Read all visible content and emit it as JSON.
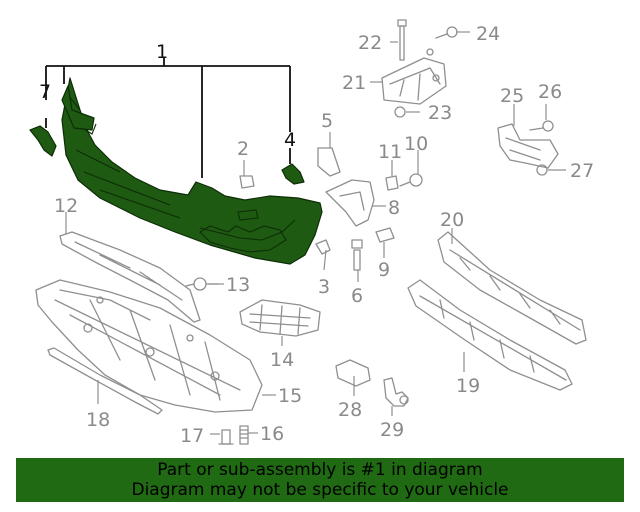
{
  "callouts": {
    "c1": "1",
    "c2": "2",
    "c3": "3",
    "c4": "4",
    "c5": "5",
    "c6": "6",
    "c7": "7",
    "c8": "8",
    "c9": "9",
    "c10": "10",
    "c11": "11",
    "c12": "12",
    "c13": "13",
    "c14": "14",
    "c15": "15",
    "c16": "16",
    "c17": "17",
    "c18": "18",
    "c19": "19",
    "c20": "20",
    "c21": "21",
    "c22": "22",
    "c23": "23",
    "c24": "24",
    "c25": "25",
    "c26": "26",
    "c27": "27",
    "c28": "28",
    "c29": "29"
  },
  "highlight": {
    "part": "1",
    "color": "#1f5a12"
  },
  "banner": {
    "line1": "Part or sub-assembly is #1 in diagram",
    "line2": "Diagram may not be specific to your vehicle",
    "color": "#1f6a12"
  }
}
